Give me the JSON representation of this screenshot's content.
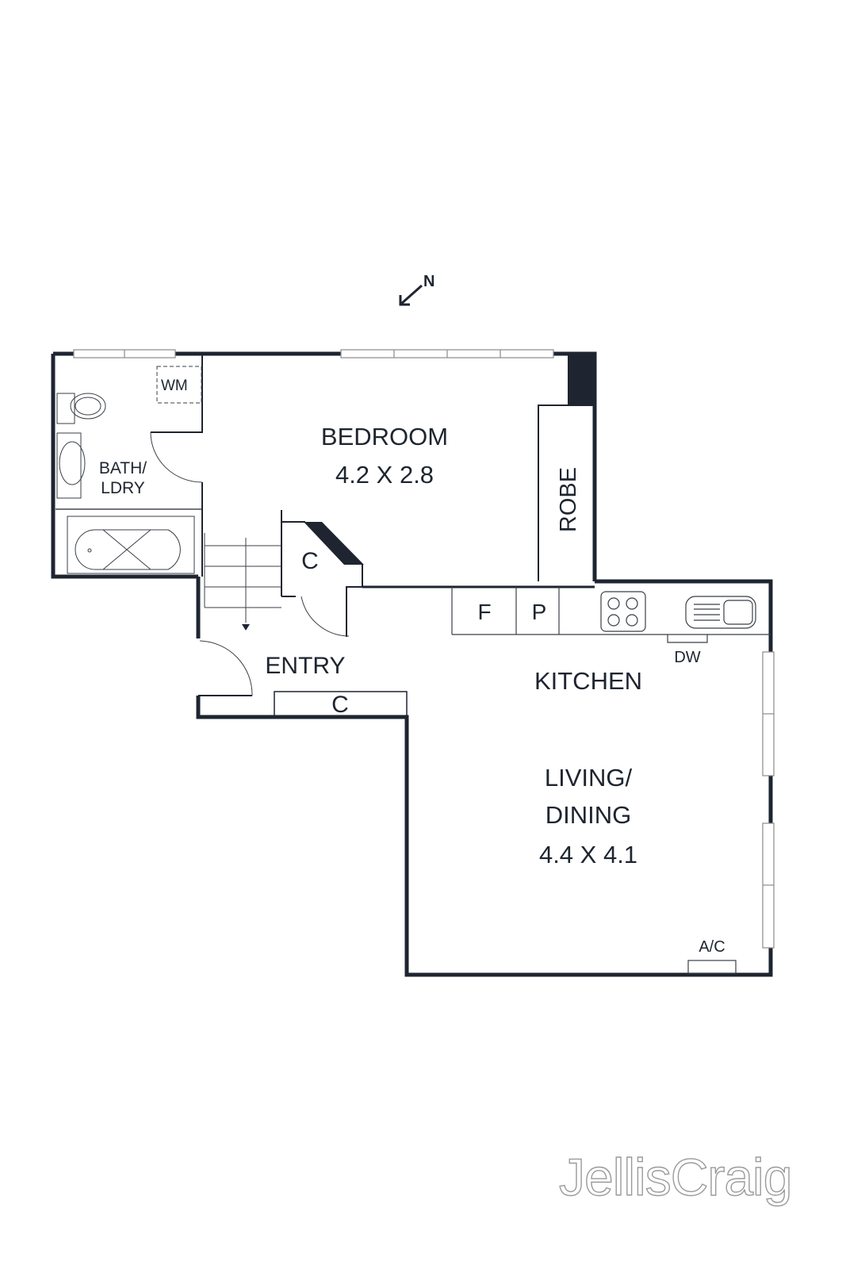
{
  "compass": {
    "label": "N",
    "icon": "north-arrow-icon"
  },
  "rooms": {
    "bedroom": {
      "name": "BEDROOM",
      "dims": "4.2 X 2.8"
    },
    "bath": {
      "name_line1": "BATH/",
      "name_line2": "LDRY"
    },
    "robe": {
      "name": "ROBE"
    },
    "entry": {
      "name": "ENTRY"
    },
    "kitchen": {
      "name": "KITCHEN"
    },
    "living": {
      "name_line1": "LIVING/",
      "name_line2": "DINING",
      "dims": "4.4 X 4.1"
    }
  },
  "fixtures": {
    "washing_machine": "WM",
    "cupboard_1": "C",
    "cupboard_2": "C",
    "fridge": "F",
    "pantry": "P",
    "dishwasher": "DW",
    "air_conditioner": "A/C"
  },
  "colors": {
    "wall": "#1e2530",
    "line": "#3a3f47",
    "window": "#8a8a8a",
    "logo": "#9a9a9a"
  },
  "brand": {
    "logo": "JellisCraig"
  }
}
